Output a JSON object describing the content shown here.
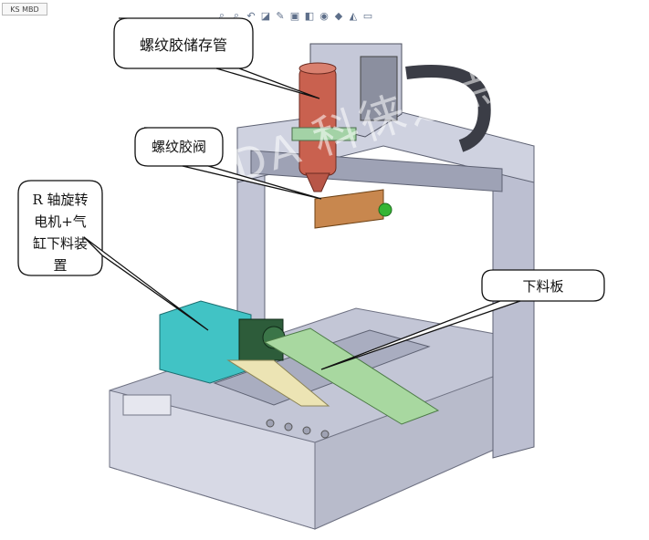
{
  "tab": {
    "label": "KS MBD"
  },
  "toolbar": {
    "icons": [
      "zoom-fit-icon",
      "zoom-area-icon",
      "previous-view-icon",
      "section-view-icon",
      "dynamic-annotation-icon",
      "view-orientation-icon",
      "display-style-icon",
      "hide-show-icon",
      "edit-appearance-icon",
      "apply-scene-icon",
      "view-settings-icon"
    ]
  },
  "callouts": {
    "storage": "螺纹胶储存管",
    "valve": "螺纹胶阀",
    "r_axis": [
      "R 轴旋转",
      "电机+气",
      "缸下料装",
      "置"
    ],
    "plate": "下料板"
  },
  "watermark": "COLEDA 科徕达点胶",
  "colors": {
    "frame": "#c7cad9",
    "storage_tube": "#c9614f",
    "valve": "#c8874e",
    "motor_block": "#41c3c5",
    "plate": "#a8d8a0"
  }
}
